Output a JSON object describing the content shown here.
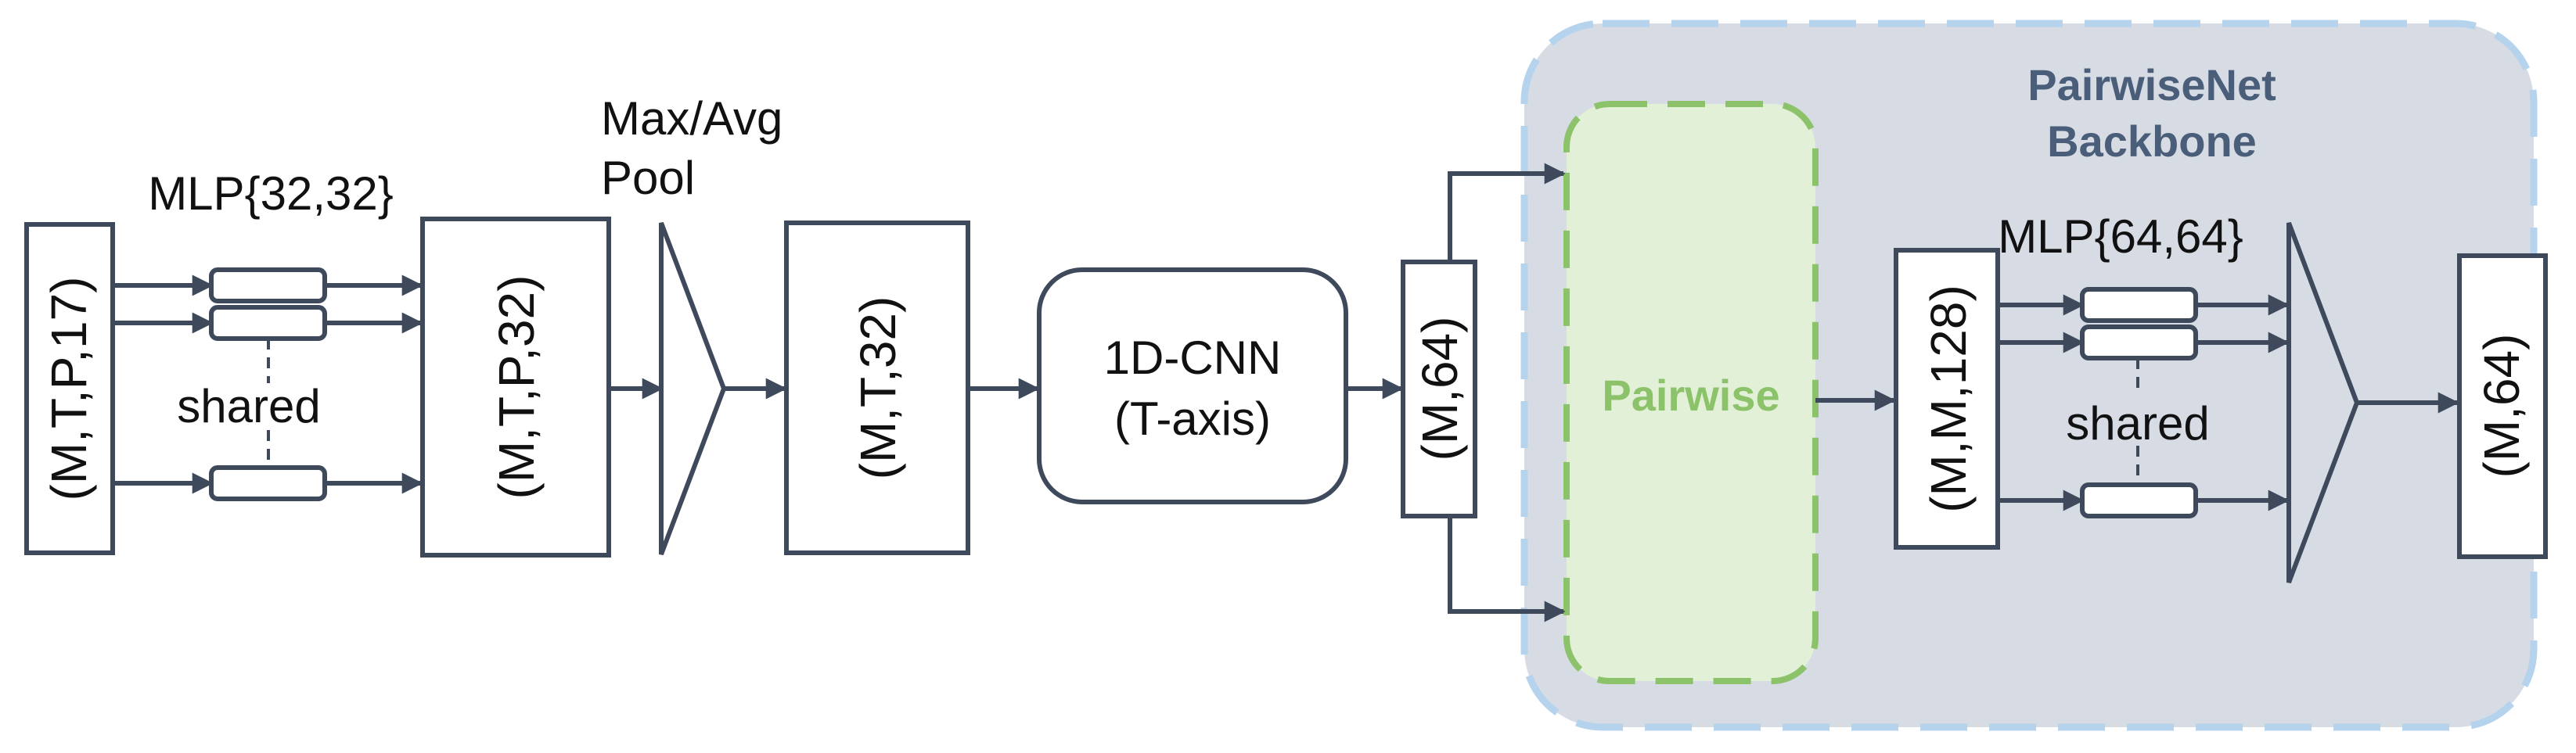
{
  "input_tensor": "(M,T,P,17)",
  "mlp1": {
    "label": "MLP{32,32}",
    "shared_label": "shared"
  },
  "tensor_after_mlp1": "(M,T,P,32)",
  "pool": {
    "line1": "Max/Avg",
    "line2": "Pool"
  },
  "tensor_after_pool": "(M,T,32)",
  "cnn": {
    "line1": "1D-CNN",
    "line2": "(T-axis)"
  },
  "tensor_after_cnn": "(M,64)",
  "backbone": {
    "title_line1": "PairwiseNet",
    "title_line2": "Backbone",
    "pairwise_label": "Pairwise",
    "pairwise_tensor": "(M,M,128)",
    "mlp2": {
      "label": "MLP{64,64}",
      "shared_label": "shared"
    }
  },
  "output_tensor": "(M,64)",
  "colors": {
    "stroke": "#3e4a5c",
    "backbone_fill": "#d6dbe4",
    "backbone_border": "#b5d3ec",
    "pairwise_fill": "#e3f0d8",
    "pairwise_border": "#8cc26a",
    "title": "#4a5e7a"
  }
}
